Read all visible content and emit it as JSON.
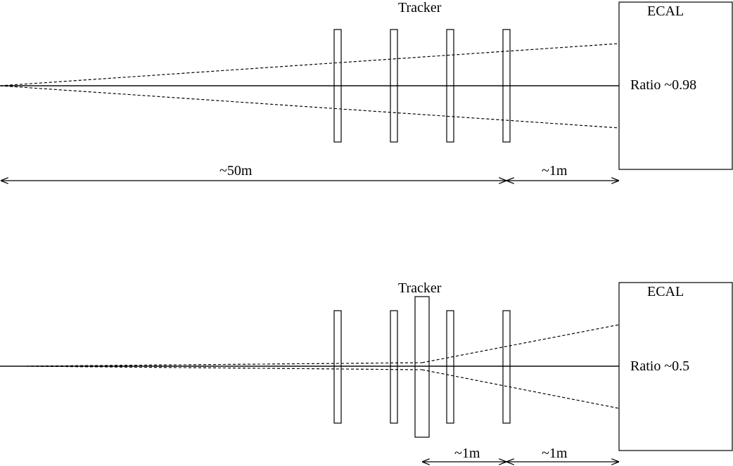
{
  "top": {
    "tracker_label": "Tracker",
    "ecal_label": "ECAL",
    "ratio_label": "Ratio ~0.98",
    "distance_left_label": "~50m",
    "distance_right_label": "~1m"
  },
  "bottom": {
    "tracker_label": "Tracker",
    "ecal_label": "ECAL",
    "ratio_label": "Ratio ~0.5",
    "distance_left_label": "~1m",
    "distance_right_label": "~1m"
  }
}
